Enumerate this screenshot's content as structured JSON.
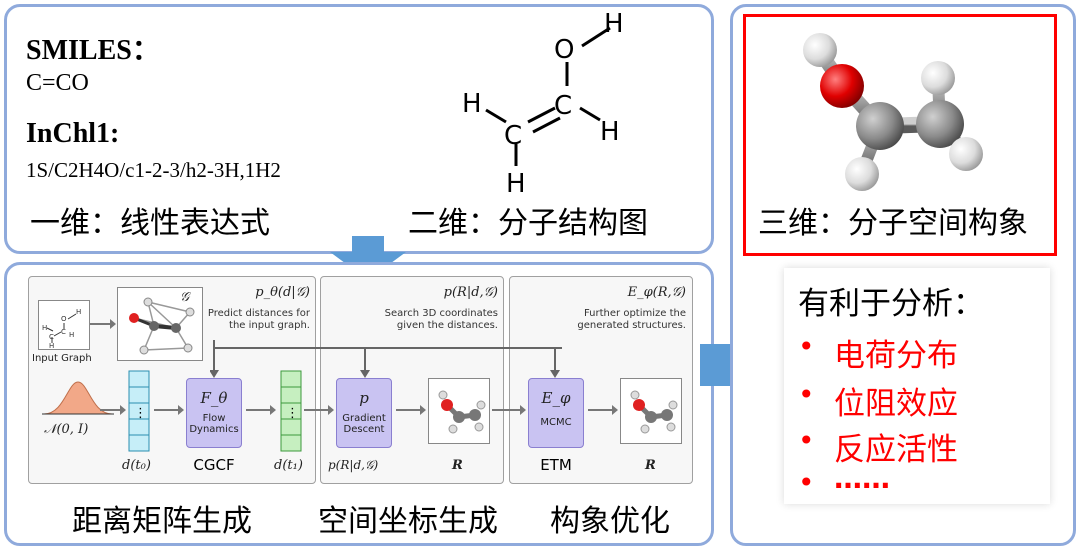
{
  "left_top": {
    "smiles_label": "SMILES：",
    "smiles_value": "C=CO",
    "inchi_label": "InChl1:",
    "inchi_value": "1S/C2H4O/c1-2-3/h2-3H,1H2",
    "caption_1d": "一维：线性表达式",
    "caption_2d": "二维：分子结构图",
    "atoms": {
      "o": "O",
      "h": "H",
      "c": "C"
    }
  },
  "right": {
    "caption_3d": "三维：分子空间构象",
    "benefit_title": "有利于分析：",
    "benefits": [
      "电荷分布",
      "位阻效应",
      "反应活性",
      "……"
    ],
    "bullet": "•"
  },
  "pipeline": {
    "input_graph": "Input Graph",
    "graph_symbol": "𝒢",
    "stage1": {
      "formula": "p_θ(d|𝒢)",
      "desc": [
        "Predict distances for",
        "the input graph."
      ]
    },
    "stage2": {
      "formula": "p(R|d,𝒢)",
      "desc": [
        "Search 3D coordinates",
        "given the distances."
      ]
    },
    "stage3": {
      "formula": "E_φ(R,𝒢)",
      "desc": [
        "Further optimize the",
        "generated structures."
      ]
    },
    "noise": "𝒩(0, I)",
    "d_t0": "d(t₀)",
    "d_t1": "d(t₁)",
    "vdots": "⋮",
    "flow_sym": "F_θ",
    "flow_desc": [
      "Flow",
      "Dynamics"
    ],
    "flow_name": "CGCF",
    "gd_sym": "p",
    "gd_desc": [
      "Gradient",
      "Descent"
    ],
    "gd_out": "p(R|d,𝒢)",
    "r_label": "R",
    "etm_sym": "E_φ",
    "etm_desc": "MCMC",
    "etm_name": "ETM",
    "r_label2": "R",
    "caption_dist": "距离矩阵生成",
    "caption_coord": "空间坐标生成",
    "caption_conf": "构象优化"
  },
  "colors": {
    "panel_border": "#8faadc",
    "arrow": "#5b9bd5",
    "red": "#ff0000",
    "module": "#c9c3f2",
    "dvec": "#c6eef8",
    "dvec2": "#c6efc0"
  }
}
